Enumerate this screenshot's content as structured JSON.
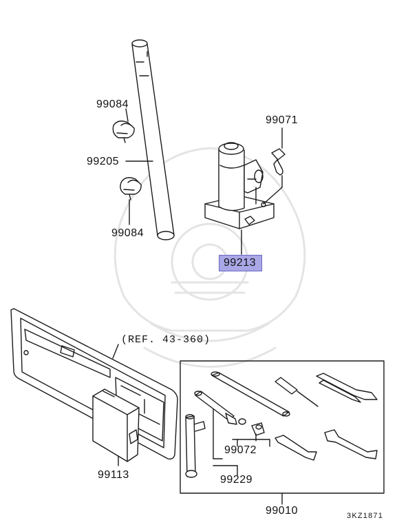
{
  "labels": {
    "p99084_top": "99084",
    "p99205": "99205",
    "p99084_bottom": "99084",
    "p99071": "99071",
    "p99213": "99213",
    "ref": "(REF. 43-360)",
    "p99113": "99113",
    "p99072": "99072",
    "p99229": "99229",
    "p99010": "99010",
    "code": "3KZ1871"
  },
  "colors": {
    "line": "#1a1a1a",
    "highlight": "#a9a7e6",
    "highlight_border": "#6a66c4",
    "watermark": "#e6e6e6"
  },
  "highlighted_part": "99213"
}
